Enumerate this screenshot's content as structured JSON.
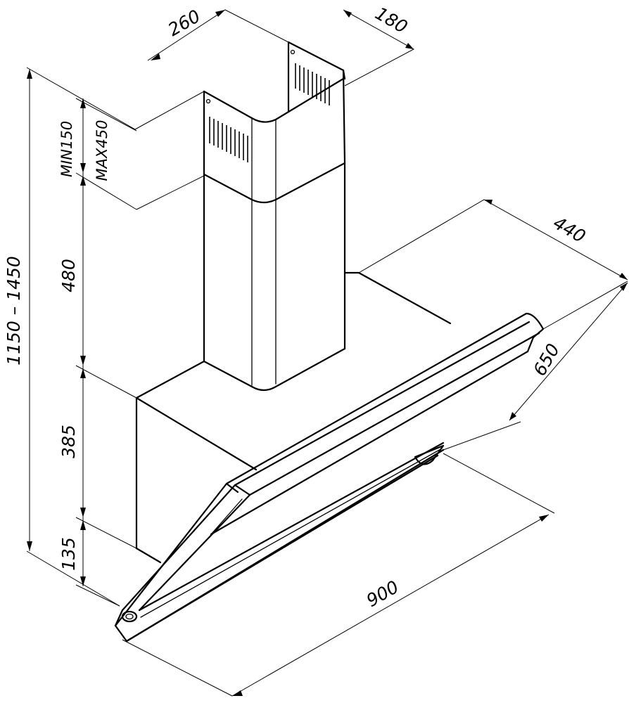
{
  "dimensions": {
    "chimney_width": "260",
    "chimney_depth": "180",
    "total_height": "1150 – 1450",
    "extension_min": "MIN150",
    "extension_max": "MAX450",
    "chimney_height": "480",
    "body_height": "385",
    "glass_offset": "135",
    "hood_width": "900",
    "hood_depth": "650",
    "top_depth": "440"
  }
}
